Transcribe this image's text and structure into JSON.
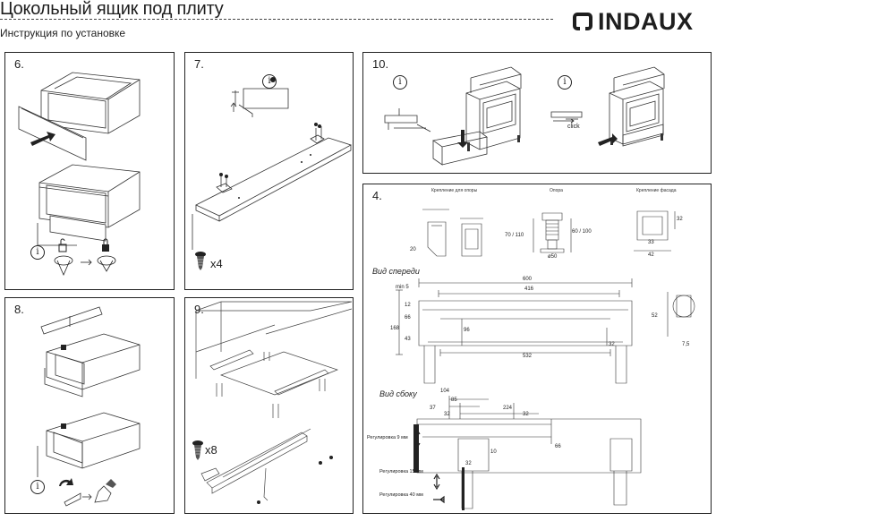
{
  "header": {
    "title": "Цокольный ящик под плиту",
    "subtitle": "Инструкция по установке",
    "brand": "INDAUX"
  },
  "steps": {
    "s6": {
      "number": "6."
    },
    "s7": {
      "number": "7.",
      "screw_count": "x4"
    },
    "s8": {
      "number": "8."
    },
    "s9": {
      "number": "9.",
      "screw_count": "x8"
    },
    "s10": {
      "number": "10.",
      "click_label": "click"
    },
    "s4": {
      "number": "4.",
      "part_labels": [
        "Крепление для опоры",
        "Опора",
        "Крепление фасада"
      ],
      "front_view": "Вид спереди",
      "side_view": "Вид сбоку",
      "adjust_labels": [
        "Регулировка 9 мм",
        "Регулировка 15 мм",
        "Регулировка 40 мм"
      ],
      "front_dims": {
        "width_total": "600",
        "inner": "416",
        "bottom": "532",
        "d96": "96",
        "d32": "32",
        "d168": "168",
        "d66": "66",
        "d43": "43",
        "d12": "12",
        "min5": "min 5",
        "d52": "52",
        "d75": "7,5"
      },
      "side_dims": {
        "d104": "104",
        "d85": "85",
        "d37": "37",
        "d224": "224",
        "d32a": "32",
        "d32b": "32",
        "d66": "66",
        "d10": "10",
        "d32c": "32"
      },
      "part_dims": {
        "w50": "ø50",
        "w42": "42",
        "d32": "32",
        "d33": "33",
        "d60_100": "60 / 100",
        "d70_110": "70 / 110",
        "d20": "20"
      }
    }
  },
  "info_symbol": "i"
}
